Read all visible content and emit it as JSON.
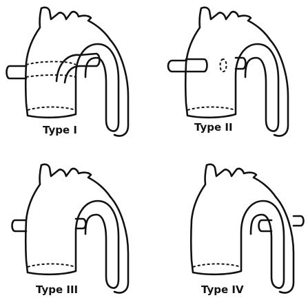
{
  "panels": [
    {
      "id": "type-1",
      "label": "Type I"
    },
    {
      "id": "type-2",
      "label": "Type II"
    },
    {
      "id": "type-3",
      "label": "Type III"
    },
    {
      "id": "type-4",
      "label": "Type IV"
    }
  ]
}
